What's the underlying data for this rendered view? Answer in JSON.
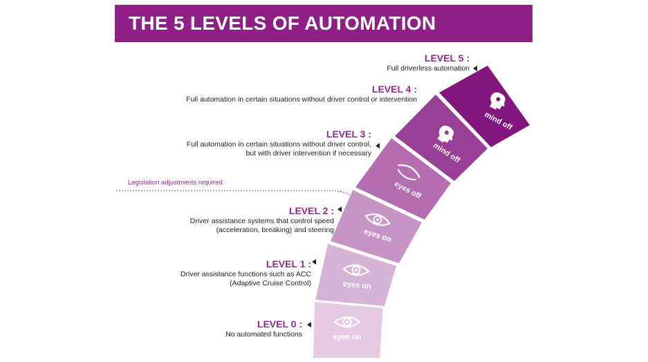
{
  "title": "THE 5 LEVELS OF AUTOMATION",
  "legislation_note": "Legislation adjustments required",
  "levels": [
    {
      "title": "LEVEL 0 :",
      "desc1": "No automated functions",
      "desc2": "",
      "tag": "eyes on",
      "icon": "eye-icon"
    },
    {
      "title": "LEVEL 1 :",
      "desc1": "Driver assistance functions such as ACC",
      "desc2": "(Adaptive Cruise Control)",
      "tag": "eyes on",
      "icon": "eye-icon"
    },
    {
      "title": "LEVEL 2 :",
      "desc1": "Driver assistance systems that control speed",
      "desc2": "(acceleration, breaking) and steering",
      "tag": "eyes on",
      "icon": "eye-icon"
    },
    {
      "title": "LEVEL 3 :",
      "desc1": "Full automation in certain situations without driver control,",
      "desc2": "but with driver intervention if necessary",
      "tag": "eyes off",
      "icon": "closed-eye-icon"
    },
    {
      "title": "LEVEL 4 :",
      "desc1": "Full automation in certain situations without driver control or intervention",
      "desc2": "",
      "tag": "mind off",
      "icon": "head-icon"
    },
    {
      "title": "LEVEL 5 :",
      "desc1": "Full driverless automation",
      "desc2": "",
      "tag": "mind off",
      "icon": "head-icon"
    }
  ],
  "colors": {
    "banner": "#8e1f85",
    "segments": [
      "#e4cbe3",
      "#d7b3d6",
      "#c894c6",
      "#b36db0",
      "#993f95",
      "#83167c"
    ]
  }
}
